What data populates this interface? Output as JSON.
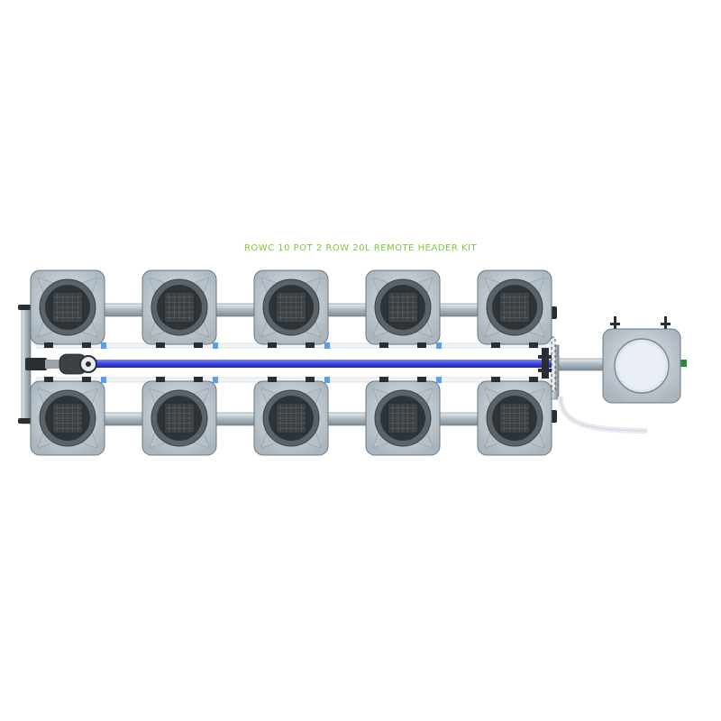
{
  "title": "ROWC 10 POT 2 ROW 20L REMOTE HEADER KIT",
  "colors": {
    "title": "#7ac943",
    "pot_body": "#c9d3da",
    "pot_edge": "#6c7780",
    "net_pot": "#3c4146",
    "feed_line": "#3b45e0",
    "pipe": "#a7b2ba",
    "drain_hose": "#e6e9ee"
  },
  "pots": {
    "top_row_count": 5,
    "bottom_row_count": 5
  },
  "icons": [
    "pot-icon",
    "net-pot-icon",
    "header-tank-icon",
    "pump-icon"
  ]
}
